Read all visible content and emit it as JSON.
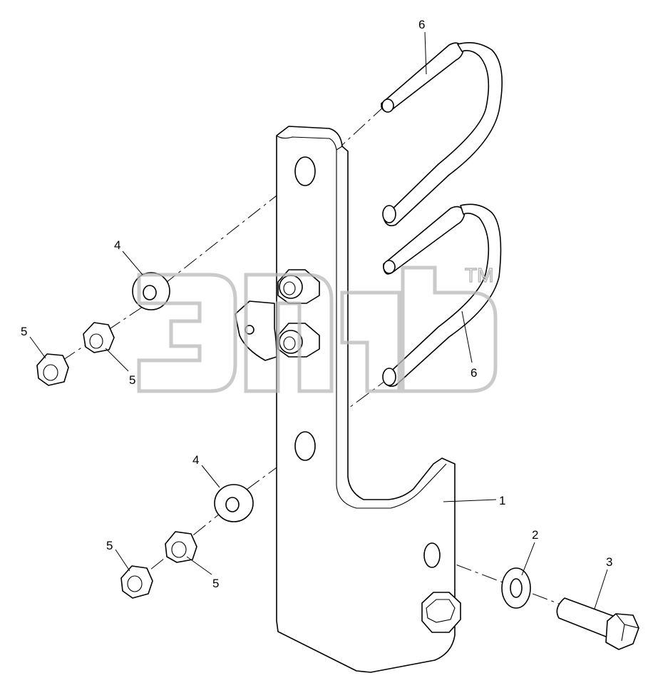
{
  "diagram": {
    "callouts": {
      "p1": "1",
      "p2": "2",
      "p3": "3",
      "p4a": "4",
      "p4b": "4",
      "p5a": "5",
      "p5b": "5",
      "p5c": "5",
      "p5d": "5",
      "p6a": "6",
      "p6b": "6"
    },
    "watermark": {
      "trademark": "TM"
    }
  }
}
